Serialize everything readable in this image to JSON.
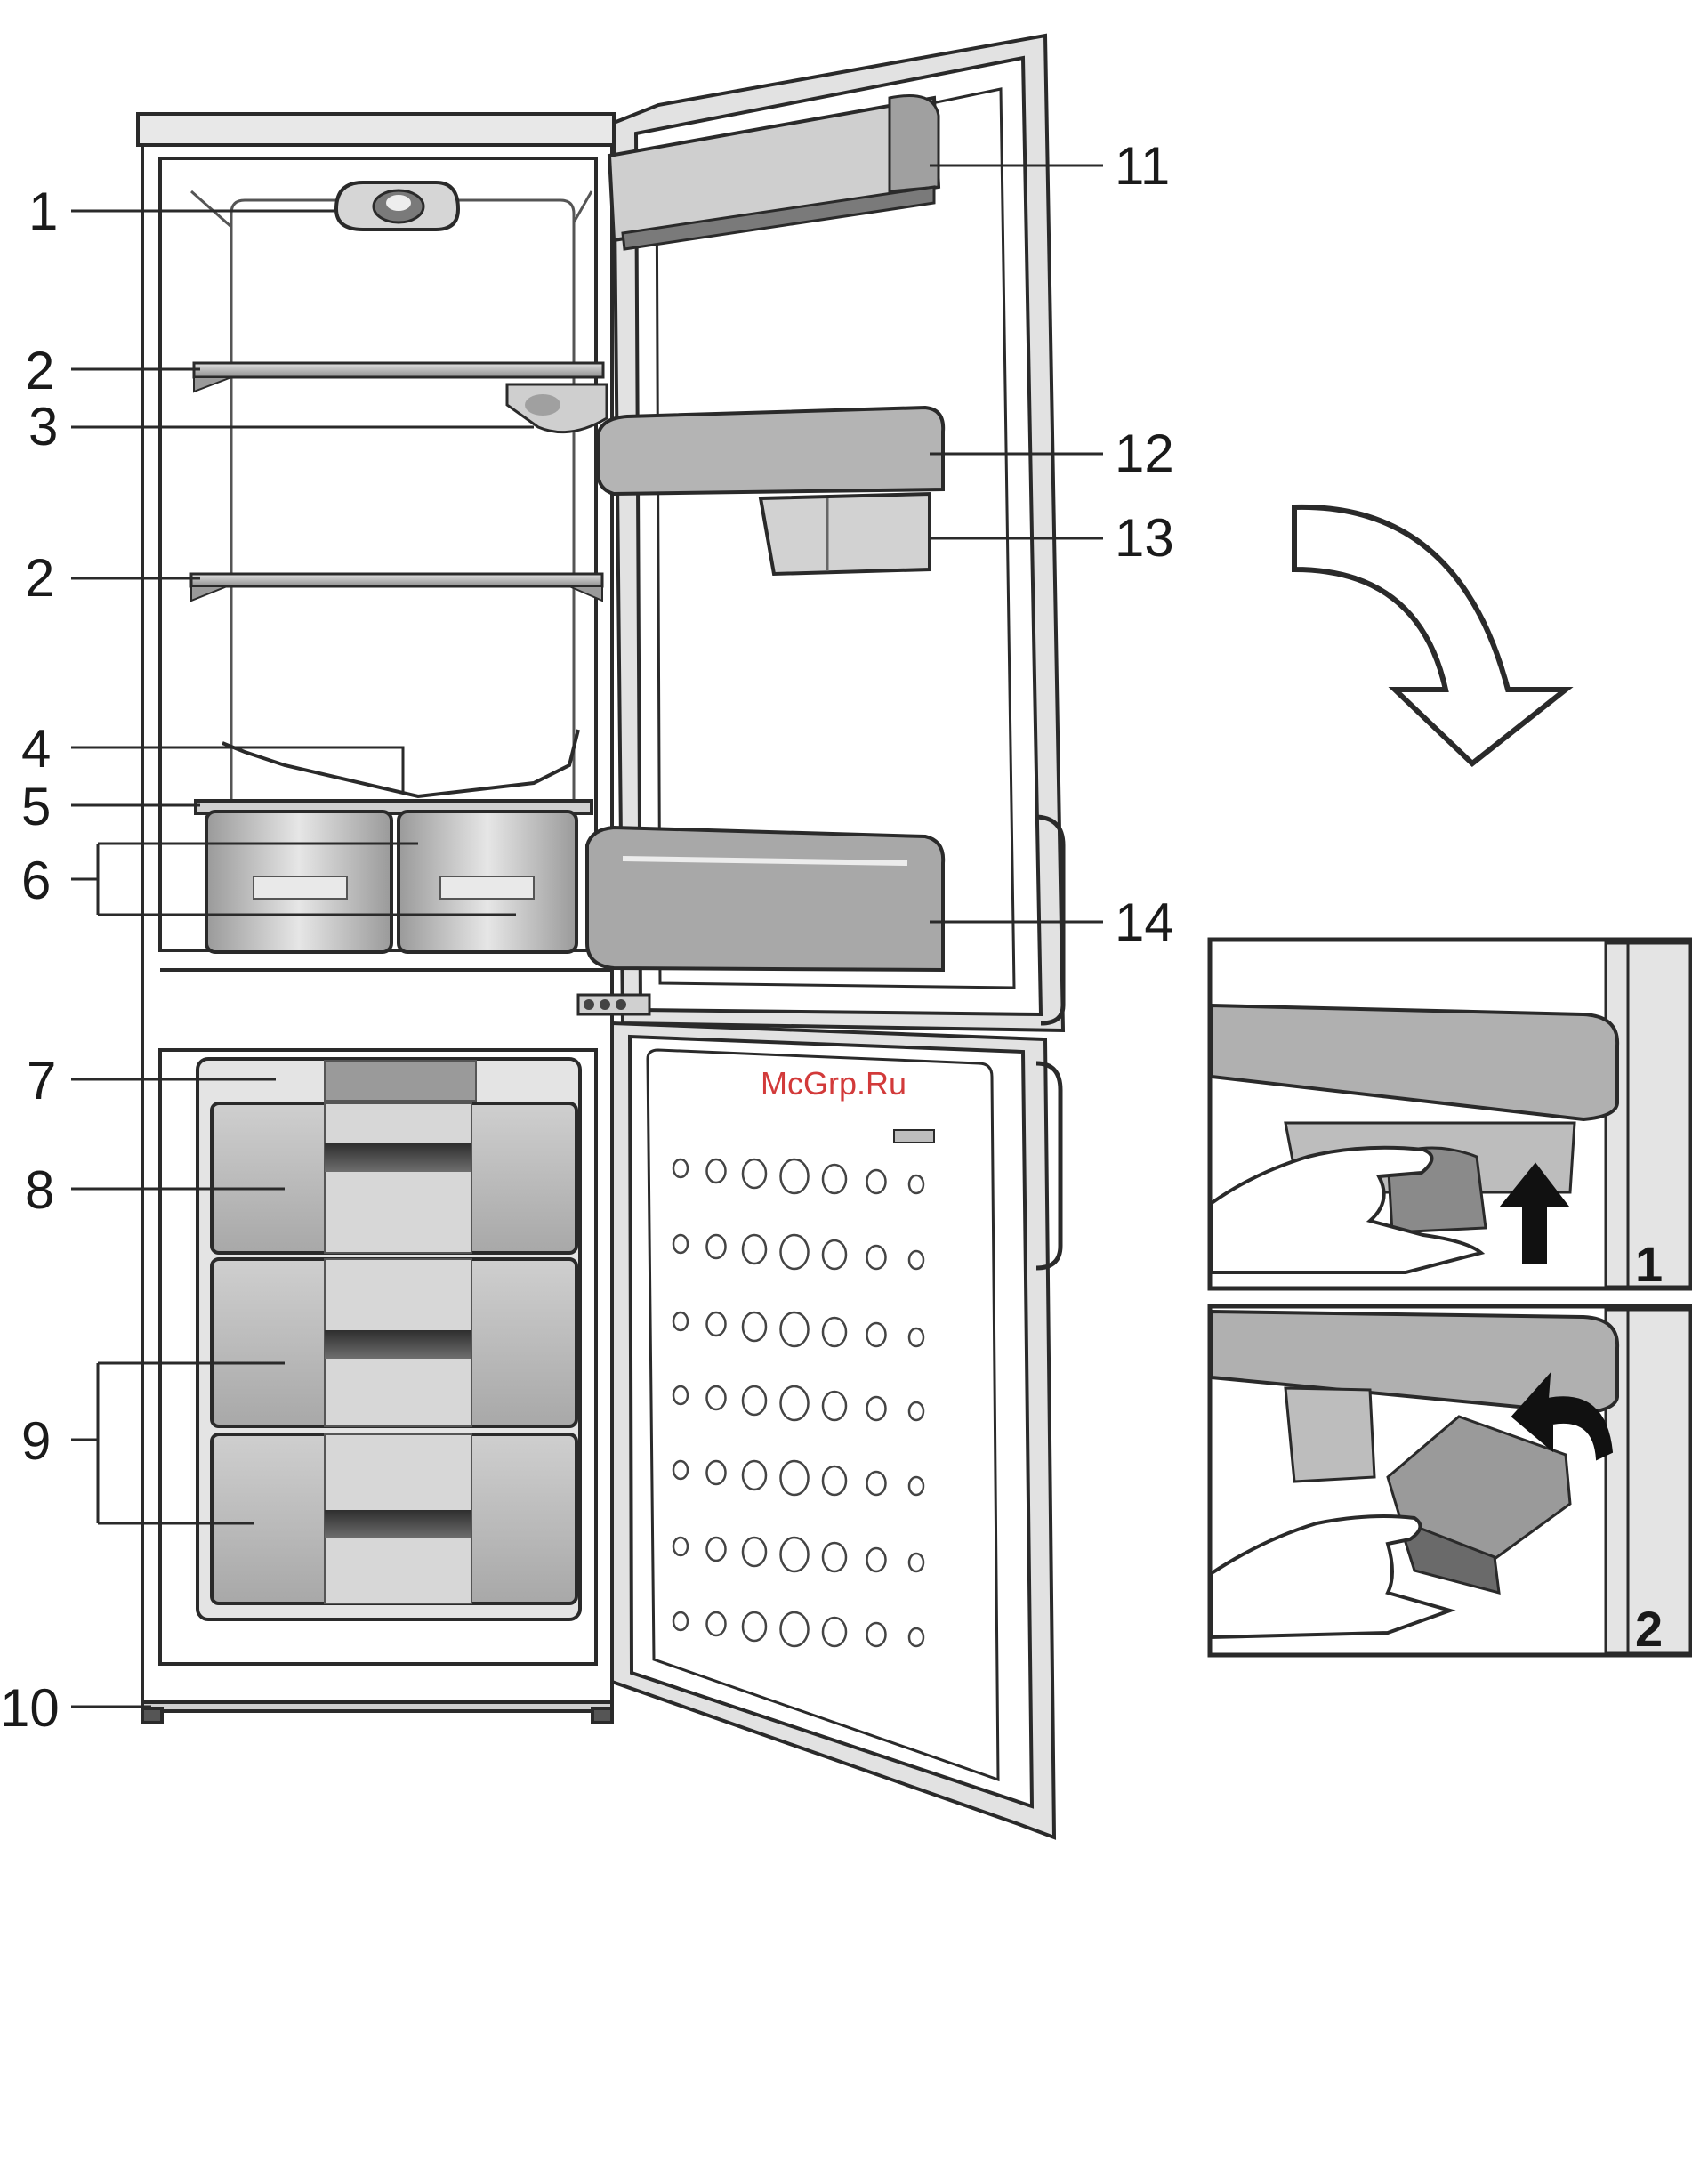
{
  "diagram": {
    "watermark": "McGrp.Ru",
    "callouts": [
      "1",
      "2",
      "3",
      "2",
      "4",
      "5",
      "6",
      "7",
      "8",
      "9",
      "10",
      "11",
      "12",
      "13",
      "14"
    ],
    "steps": [
      "1",
      "2"
    ],
    "colors": {
      "line": "#2a2a2a",
      "plastic": "#bdbdbd",
      "plastic_dark": "#8c8c8c",
      "dark_band": "#3a3a3a",
      "watermark": "#d23a3a"
    },
    "icons": [
      "curved-arrow-icon",
      "up-arrow-icon",
      "rotate-arrow-icon"
    ]
  }
}
